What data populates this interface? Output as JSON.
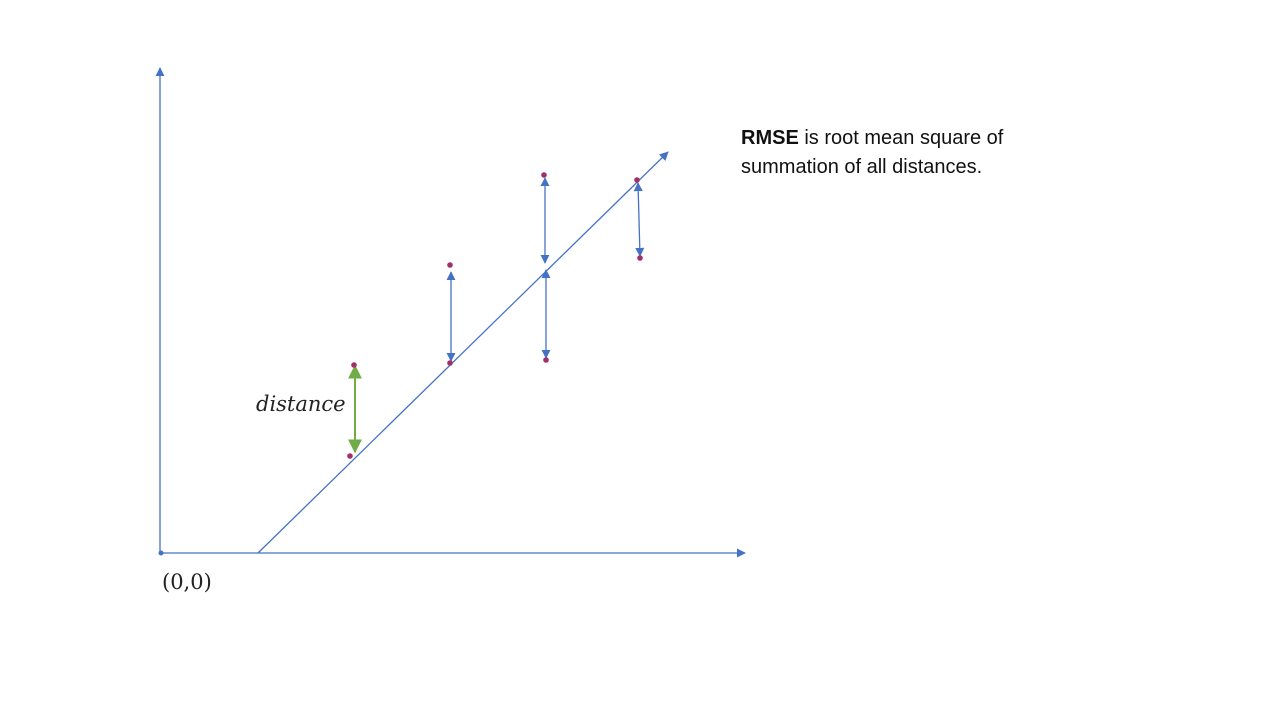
{
  "labels": {
    "origin": "(0,0)",
    "distance": "distance"
  },
  "note": {
    "bold": "RMSE",
    "rest": " is root mean square of summation of all distances."
  },
  "colors": {
    "axis": "#4472c4",
    "line": "#4472c4",
    "residual": "#4472c4",
    "highlight_residual": "#70ad47",
    "point": "#a0306a"
  }
}
